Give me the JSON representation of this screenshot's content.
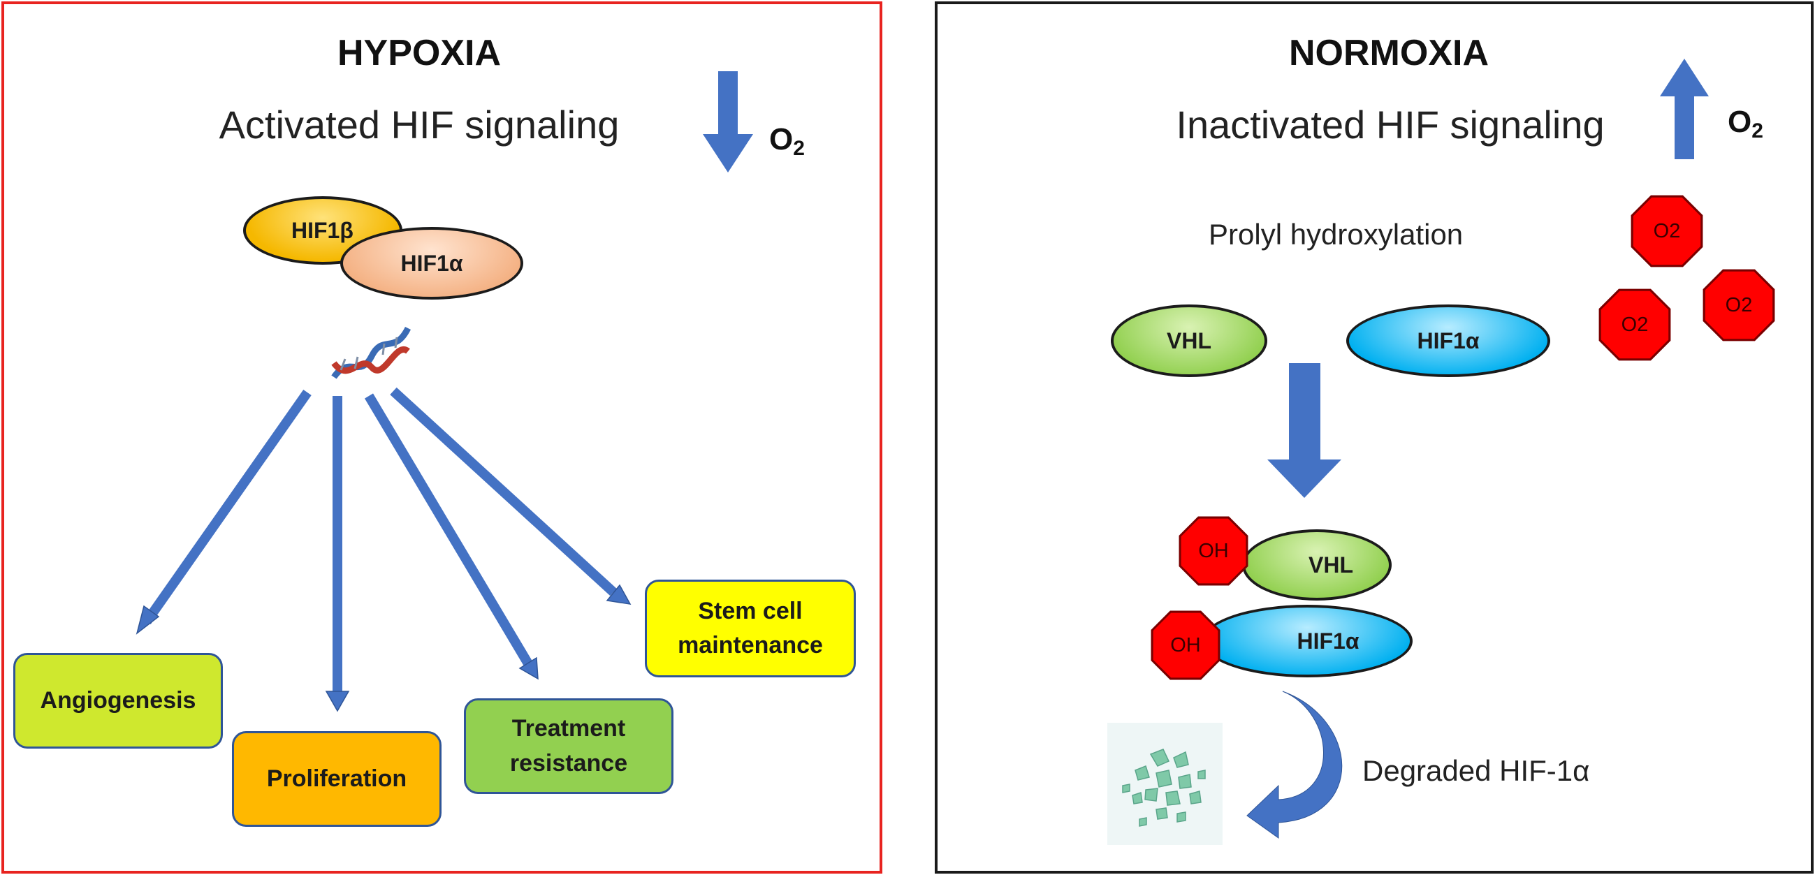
{
  "hypoxia": {
    "title": "HYPOXIA",
    "subtitle": "Activated HIF signaling",
    "o2_label": "O",
    "o2_sub": "2",
    "complex": {
      "beta": "HIF1β",
      "alpha": "HIF1α"
    },
    "outcomes": [
      {
        "label": "Angiogenesis"
      },
      {
        "label": "Proliferation"
      },
      {
        "label": "Treatment\nresistance"
      },
      {
        "label": "Stem cell\nmaintenance"
      }
    ]
  },
  "normoxia": {
    "title": "NORMOXIA",
    "subtitle": "Inactivated HIF signaling",
    "o2_label": "O",
    "o2_sub": "2",
    "process_label": "Prolyl hydroxylation",
    "vhl": "VHL",
    "hif": "HIF1α",
    "oxygen_molecules": [
      "O2",
      "O2",
      "O2"
    ],
    "hydroxyl": [
      "OH",
      "OH"
    ],
    "bound": {
      "vhl": "VHL",
      "hif": "HIF1α"
    },
    "degraded_label": "Degraded HIF-1α"
  },
  "colors": {
    "hypoxia_border": "#e8231f",
    "normoxia_border": "#1a1a1a",
    "arrow_blue": "#4472c4",
    "hif1b": "#f5b800",
    "hif1a_peach": "#f4b183",
    "vhl_green": "#92d050",
    "hif1a_blue": "#00b0f0",
    "octagon_red": "#ff0000",
    "angiogenesis": "#cfe82e",
    "proliferation": "#ffb800",
    "treatment": "#92d050",
    "stem_cell": "#ffff00"
  }
}
